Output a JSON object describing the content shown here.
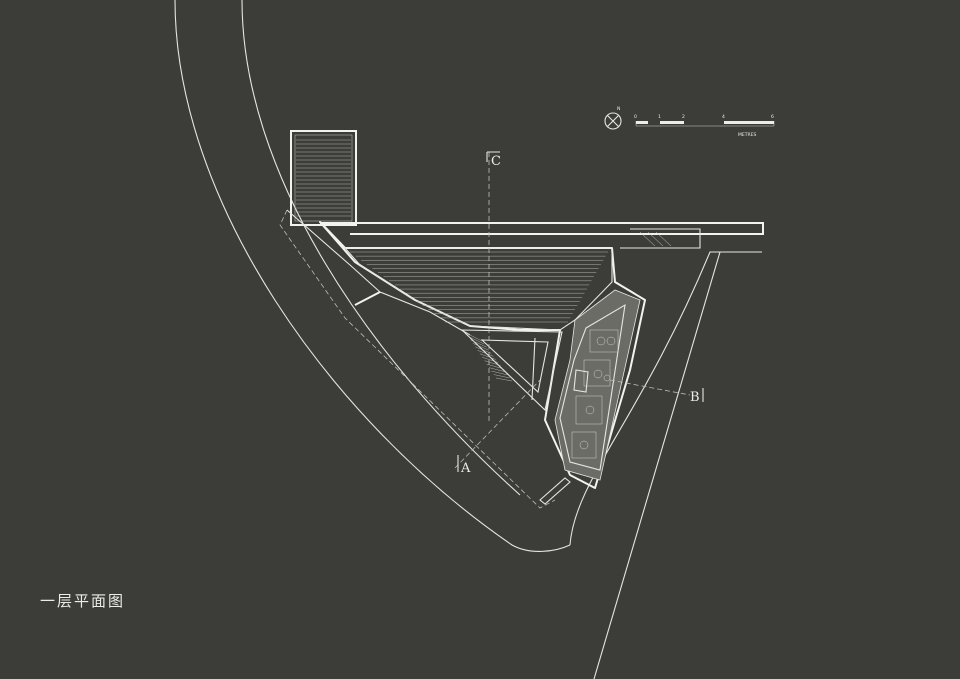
{
  "plan": {
    "title": "一层平面图",
    "sections": {
      "a": "A",
      "b": "B",
      "c": "C"
    },
    "north_label": "N",
    "scale": {
      "ticks": [
        "0",
        "1",
        "2",
        "4",
        "6"
      ],
      "unit": "METRES"
    }
  },
  "colors": {
    "background": "#3c3d38",
    "line": "#e6e6e1",
    "hatch": "#6b6c66"
  }
}
